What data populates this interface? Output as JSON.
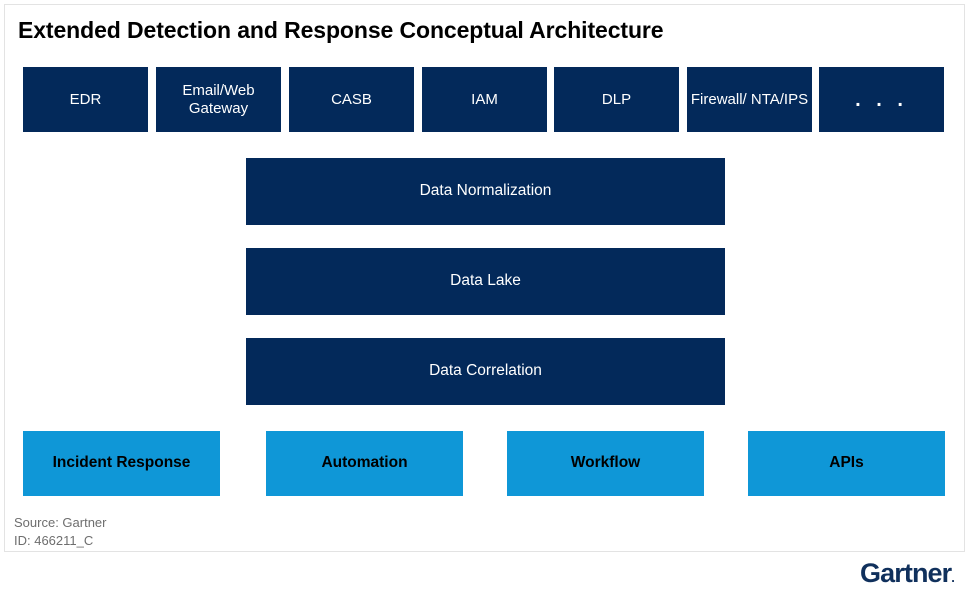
{
  "title": "Extended Detection and Response Conceptual Architecture",
  "colors": {
    "navy": "#03295a",
    "cyan": "#0f97d7",
    "title_text": "#000000",
    "source_text": "#6e6e6e",
    "logo": "#10305c",
    "background": "#ffffff",
    "card_border": "#e3e3e3"
  },
  "layers": {
    "sources": {
      "boxes": [
        {
          "label": "EDR"
        },
        {
          "label": "Email/Web Gateway"
        },
        {
          "label": "CASB"
        },
        {
          "label": "IAM"
        },
        {
          "label": "DLP"
        },
        {
          "label": "Firewall/ NTA/IPS"
        },
        {
          "label": ". . ."
        }
      ]
    },
    "pipeline": {
      "boxes": [
        {
          "label": "Data Normalization"
        },
        {
          "label": "Data Lake"
        },
        {
          "label": "Data Correlation"
        }
      ]
    },
    "outputs": {
      "boxes": [
        {
          "label": "Incident Response"
        },
        {
          "label": "Automation"
        },
        {
          "label": "Workflow"
        },
        {
          "label": "APIs"
        }
      ]
    }
  },
  "footer": {
    "source": "Source: Gartner",
    "id": "ID: 466211_C",
    "logo_text": "Gartner",
    "logo_mark": "."
  }
}
